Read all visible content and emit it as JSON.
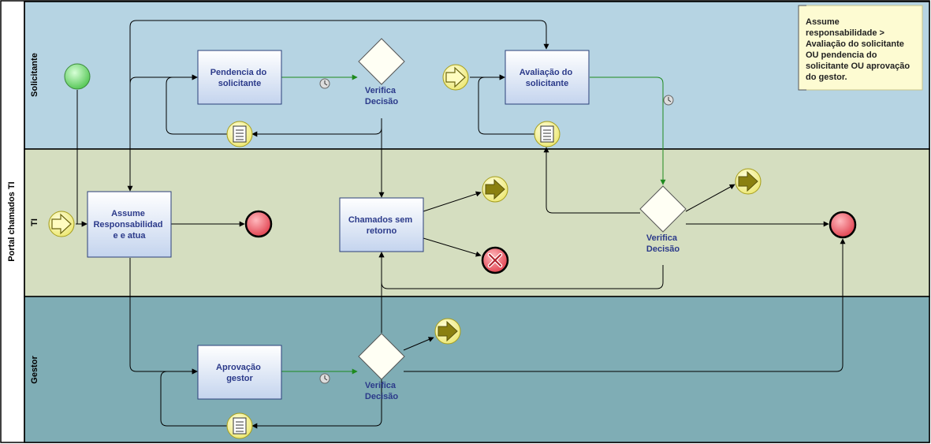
{
  "pool": {
    "name": "Portal chamados TI"
  },
  "lanes": [
    {
      "id": "solicitante",
      "name": "Solicitante",
      "color": "#b6d4e3"
    },
    {
      "id": "ti",
      "name": "TI",
      "color": "#d5dec0"
    },
    {
      "id": "gestor",
      "name": "Gestor",
      "color": "#7fadb5"
    }
  ],
  "tasks": [
    {
      "id": "pendencia",
      "lines": [
        "Pendencia do",
        "solicitante"
      ]
    },
    {
      "id": "avaliacao",
      "lines": [
        "Avaliação do",
        "solicitante"
      ]
    },
    {
      "id": "assume",
      "lines": [
        "Assume",
        "Responsabilidad",
        "e e atua"
      ]
    },
    {
      "id": "chamados",
      "lines": [
        "Chamados sem",
        "retorno"
      ]
    },
    {
      "id": "aprovacao",
      "lines": [
        "Aprovação",
        "gestor"
      ]
    }
  ],
  "gateways": [
    {
      "id": "gw1",
      "lines": [
        "Verifica",
        "Decisão"
      ]
    },
    {
      "id": "gw2",
      "lines": [
        "Verifica",
        "Decisão"
      ]
    },
    {
      "id": "gw3",
      "lines": [
        "Verifica",
        "Decisão"
      ]
    }
  ],
  "annotation": {
    "lines": [
      "Assume",
      "responsabilidade >",
      "Avaliação do solicitante",
      "OU pendencia do",
      "solicitante OU aprovação",
      "do gestor."
    ]
  },
  "colors": {
    "task_border": "#2b3f7a",
    "task_fill_top": "#ffffff",
    "task_fill_bottom": "#c7d6ef",
    "label_text": "#2b3a8a",
    "sequence_flow": "#000000",
    "conditional_flow": "#1e8a1e",
    "event_yellow": "#f2ee8e",
    "end_red": "#e84e5a",
    "start_green": "#6fd06f",
    "annotation_fill": "#fdfbd2"
  }
}
